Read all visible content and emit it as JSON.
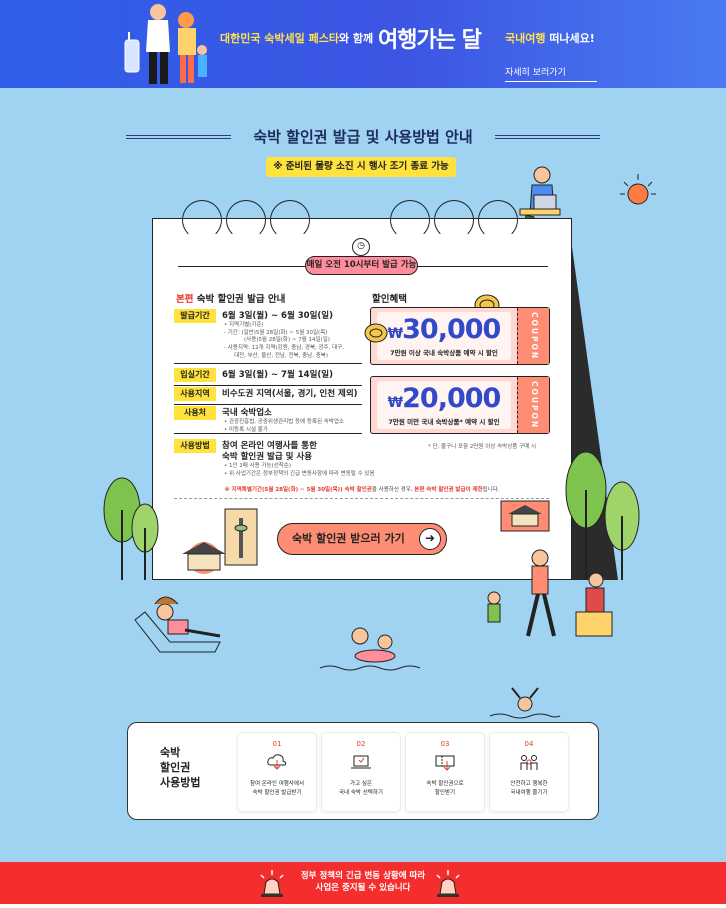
{
  "banner": {
    "festival": "대한민국 숙박세일 페스타",
    "with": "와 함께",
    "brand": "여행가는 달",
    "domestic": "국내여행",
    "leave": " 떠나세요!",
    "more": "자세히 보러가기"
  },
  "header": {
    "title": "숙박 할인권 발급 및 사용방법 안내",
    "notice": "※ 준비된 물량 소진 시 행사 조기 종료 가능"
  },
  "card": {
    "daily": "매일 오전 10시부터 발급 가능",
    "section_red": "본편",
    "section_title": " 숙박 할인권 발급 안내",
    "benefit_title": "할인혜택",
    "rows": [
      {
        "tag": "발급기간",
        "main": "6월 3일(월) ~ 6월 30일(일)",
        "sub1": "• 지역기별(기준)",
        "sub2": "- 기간: (일반)5월 28일(화) ~ 5월 30일(목)",
        "sub3": "(사용)5월 28일(화) ~ 7월 14일(일)",
        "sub4": "- 사용지역: 12개 지역(강원, 충남, 경북, 광주, 대구,",
        "sub5": "대전, 부산, 울산, 전남, 전북, 충남, 충북)"
      },
      {
        "tag": "입실기간",
        "main": "6월 3일(월) ~ 7월 14일(일)"
      },
      {
        "tag": "사용지역",
        "main": "비수도권 지역(서울, 경기, 인천 제외)"
      },
      {
        "tag": "사용처",
        "main": "국내 숙박업소",
        "sub1": "• 관광진흥법, 공중위생관리법 등에 등록된 숙박업소",
        "sub2": "• 미등록 시설 불가"
      },
      {
        "tag": "사용방법",
        "main": "참여 온라인 여행사를 통한",
        "main2": "숙박 할인권 발급 및 사용",
        "sub1": "• 1인 1매 사용 가능(선착순)",
        "sub2": "• 위 사업기간은 정부정책의 긴급 변동사항에 따라 변동될 수 있음"
      }
    ],
    "coupons": [
      {
        "won": "₩",
        "amount": "30,000",
        "caption": "7만원 이상 국내 숙박상품 예약 시 할인",
        "side": "COUPON"
      },
      {
        "won": "₩",
        "amount": "20,000",
        "caption": "7만원 미만 국내 숙박상품* 예약 시 할인",
        "side": "COUPON"
      }
    ],
    "coupon_note": "* 단, 불구니 포함 2만원 이상 숙박상품 구매 시",
    "bottom_note_red": "※ 지역특별기간(5월 28일(화) ~ 5월 30일(목)) 숙박 할인권",
    "bottom_note_mid": "을 사용하신 경우, ",
    "bottom_note_red2": "본편 숙박 할인권 발급이 제한",
    "bottom_note_end": "됩니다.",
    "cta": "숙박 할인권 받으러 가기",
    "cta_arrow": "➜"
  },
  "method": {
    "title1": "숙박",
    "title2": "할인권",
    "title3": "사용방법",
    "steps": [
      {
        "num": "01",
        "line1": "참여 온라인 여행사에서",
        "line2": "숙박 할인권 발급받기",
        "icon": "cloud-download-icon"
      },
      {
        "num": "02",
        "line1": "가고 싶은",
        "line2": "국내 숙박 선택하기",
        "icon": "laptop-icon"
      },
      {
        "num": "03",
        "line1": "숙박 할인권으로",
        "line2": "할인받기",
        "icon": "coupon-icon"
      },
      {
        "num": "04",
        "line1": "안전하고 행복한",
        "line2": "국내여행 즐기기",
        "icon": "family-icon"
      }
    ]
  },
  "footer": {
    "line1": "정부 정책의 긴급 변동 상황에 따라",
    "line2": "사업은 중지될 수 있습니다"
  },
  "colors": {
    "banner": "#3c55e3",
    "sky": "#9fd3f1",
    "yellow": "#ffe23b",
    "coral": "#ff8d74",
    "coupon_blue": "#3249c9",
    "alert_red": "#f42d2d"
  }
}
